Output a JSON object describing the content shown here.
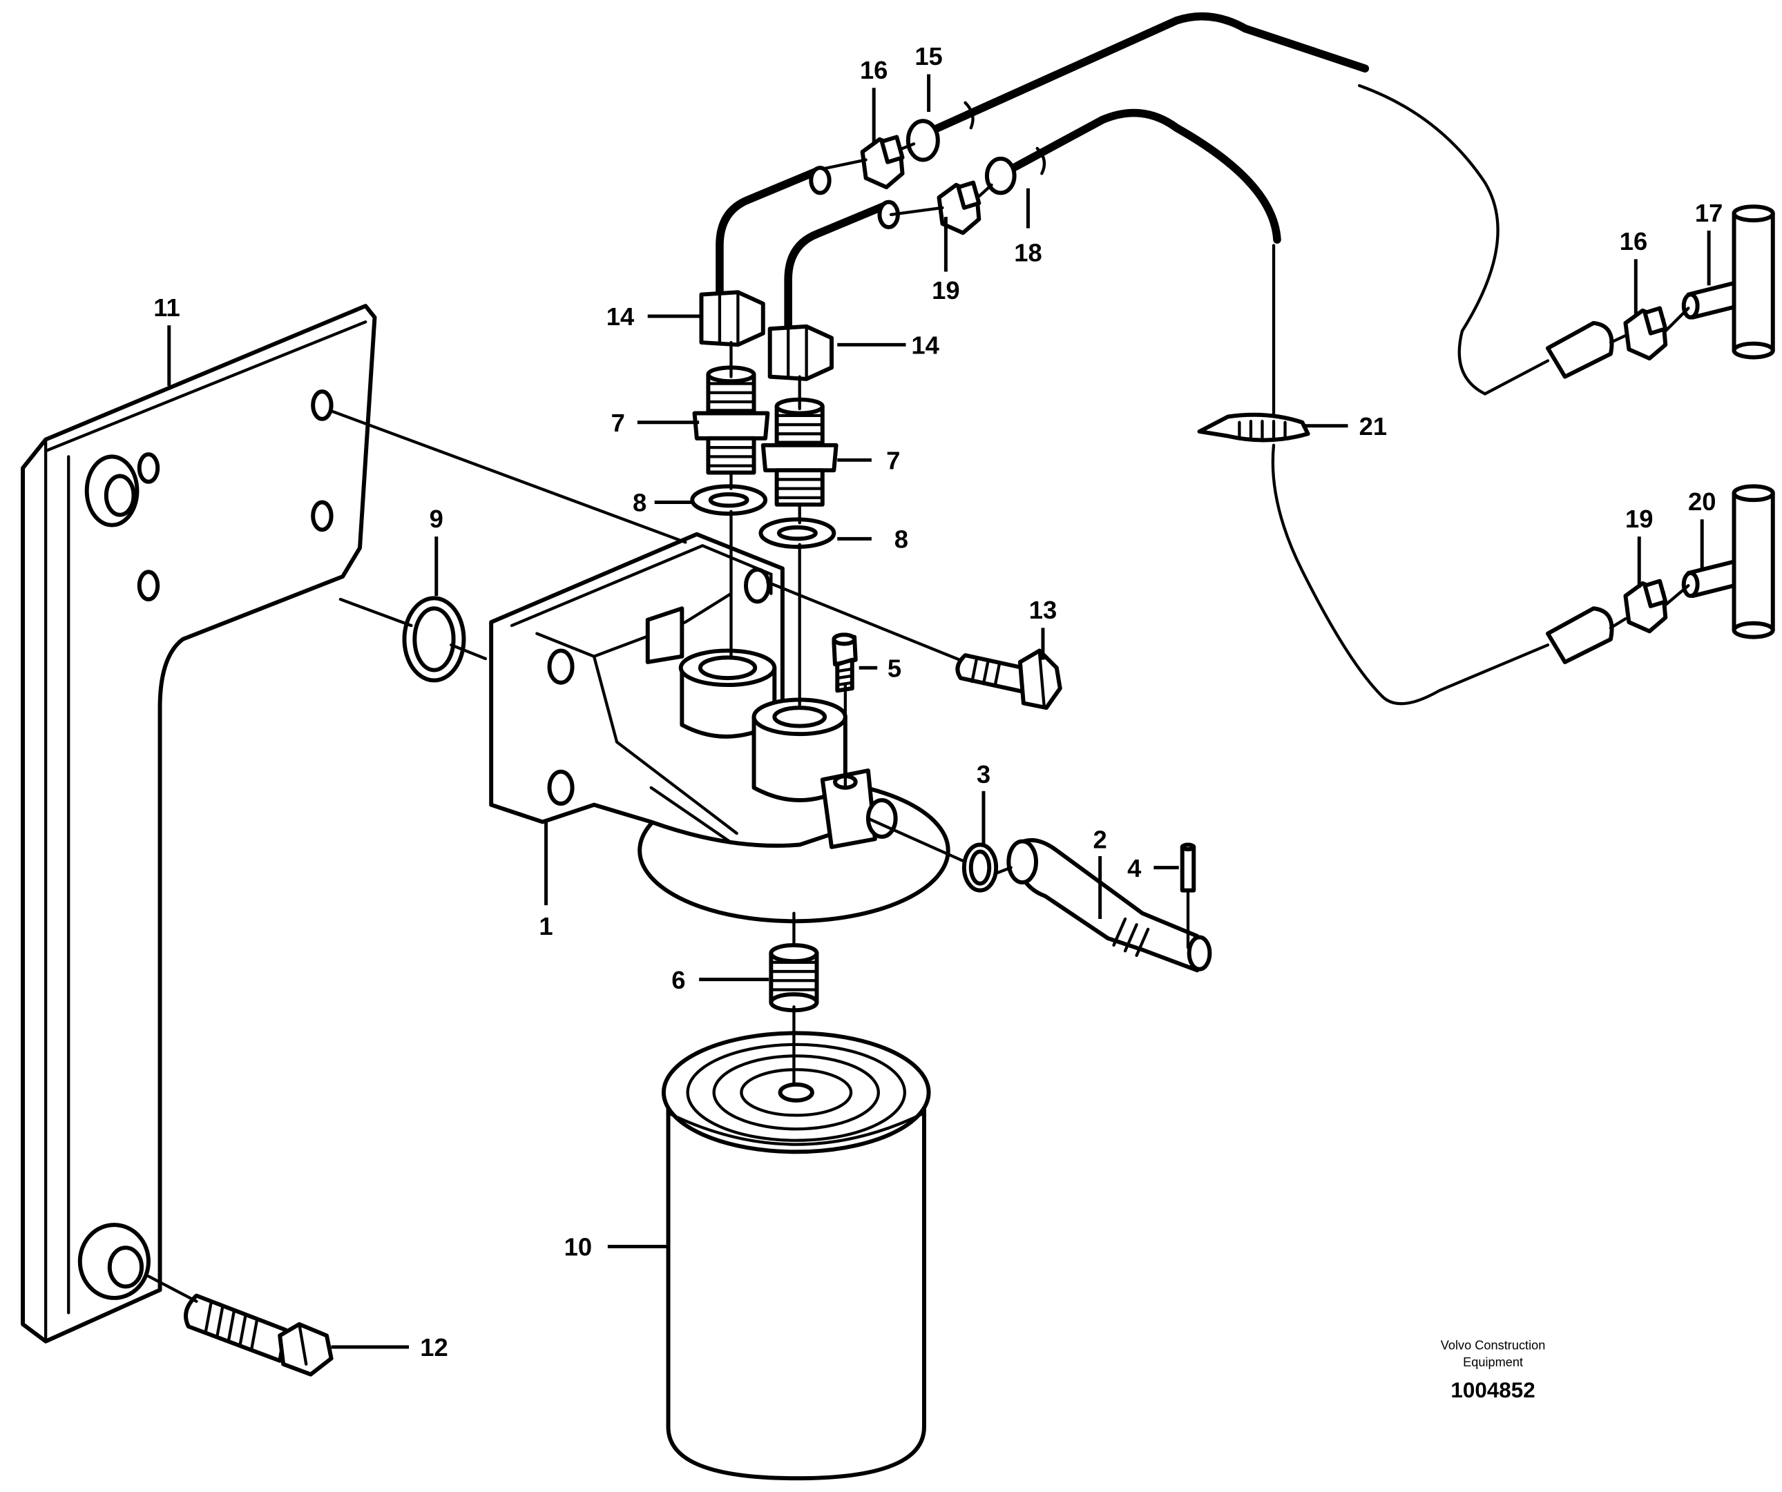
{
  "drawing": {
    "brand_line1": "Volvo Construction",
    "brand_line2": "Equipment",
    "drawing_number": "1004852"
  },
  "callouts": {
    "c1": "1",
    "c2": "2",
    "c3": "3",
    "c4": "4",
    "c5": "5",
    "c6": "6",
    "c7a": "7",
    "c7b": "7",
    "c8a": "8",
    "c8b": "8",
    "c9": "9",
    "c10": "10",
    "c11": "11",
    "c12": "12",
    "c13": "13",
    "c14a": "14",
    "c14b": "14",
    "c15": "15",
    "c16a": "16",
    "c16b": "16",
    "c17": "17",
    "c18": "18",
    "c19a": "19",
    "c19b": "19",
    "c20": "20",
    "c21": "21"
  }
}
